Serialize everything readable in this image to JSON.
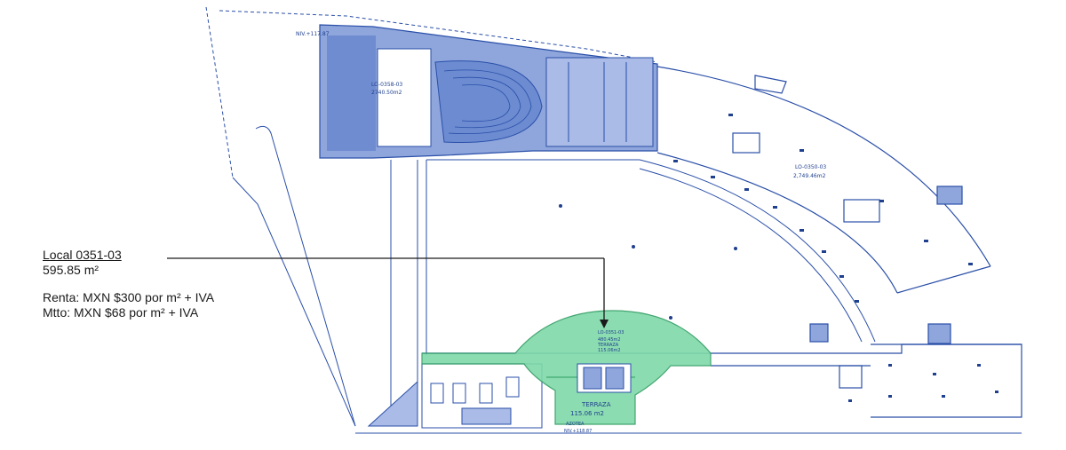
{
  "callout": {
    "unit_name": "Local 0351-03",
    "area": "595.85 m²",
    "rent": "Renta: MXN $300 por m² + IVA",
    "maintenance": "Mtto: MXN $68 por m² + IVA"
  },
  "plan_labels": {
    "level_top": "NIV.+117.87",
    "unit_0358_id": "LO-0358-03",
    "unit_0358_area": "2740.50m2",
    "unit_0350_id": "LO-0350-03",
    "unit_0350_area": "2,749.46m2",
    "unit_0351_id": "LO-0351-03",
    "unit_0351_area": "480.45m2",
    "terraza_small": "TERRAZA",
    "terraza_small_area": "115.06m2",
    "terraza_label": "TERRAZA",
    "terraza_area": "115.06 m2",
    "azotea": "AZOTEA",
    "level_bottom": "NIV.+118.87"
  },
  "colors": {
    "plan_blue": "#2a4fa8",
    "plan_fill": "#8fa6dc",
    "highlight_green": "#7fd9a8",
    "highlight_stroke": "#2f9c62"
  }
}
